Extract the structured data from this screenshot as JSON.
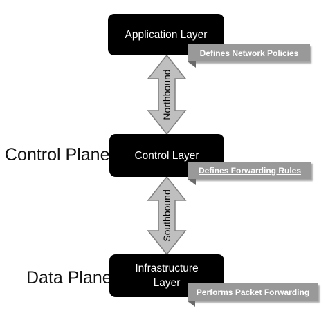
{
  "planes": {
    "control": "Control Plane:",
    "data": "Data Plane:"
  },
  "layers": {
    "application": {
      "label": "Application Layer",
      "description": "Defines Network Policies"
    },
    "control": {
      "label": "Control Layer",
      "description": "Defines Forwarding Rules"
    },
    "infrastructure": {
      "label_line1": "Infrastructure",
      "label_line2": "Layer",
      "description": "Performs Packet Forwarding"
    }
  },
  "interfaces": {
    "northbound": "Northbound",
    "southbound": "Southbound"
  },
  "colors": {
    "layer_fill": "#000000",
    "tag_fill": "#999999",
    "arrow_fill": "#bfbfbf",
    "arrow_stroke": "#808080"
  }
}
